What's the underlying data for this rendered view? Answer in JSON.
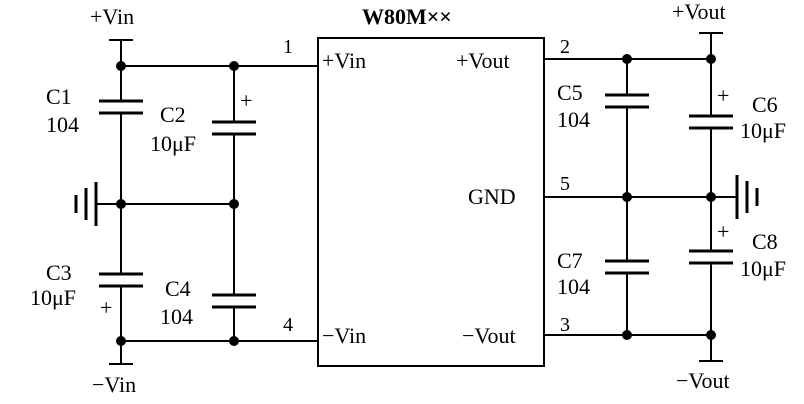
{
  "ic": {
    "name": "W80M××",
    "pins": {
      "vin_pos": "+Vin",
      "vout_pos": "+Vout",
      "gnd": "GND",
      "vin_neg": "−Vin",
      "vout_neg": "−Vout"
    },
    "pin_numbers": {
      "p1": "1",
      "p2": "2",
      "p3": "3",
      "p4": "4",
      "p5": "5"
    }
  },
  "rails": {
    "vin_pos": "+Vin",
    "vin_neg": "−Vin",
    "vout_pos": "+Vout",
    "vout_neg": "−Vout"
  },
  "capacitors": {
    "c1": {
      "name": "C1",
      "value": "104"
    },
    "c2": {
      "name": "C2",
      "value": "10μF",
      "polarity": "+"
    },
    "c3": {
      "name": "C3",
      "value": "10μF",
      "polarity": "+"
    },
    "c4": {
      "name": "C4",
      "value": "104"
    },
    "c5": {
      "name": "C5",
      "value": "104"
    },
    "c6": {
      "name": "C6",
      "value": "10μF",
      "polarity": "+"
    },
    "c7": {
      "name": "C7",
      "value": "104"
    },
    "c8": {
      "name": "C8",
      "value": "10μF",
      "polarity": "+"
    }
  }
}
